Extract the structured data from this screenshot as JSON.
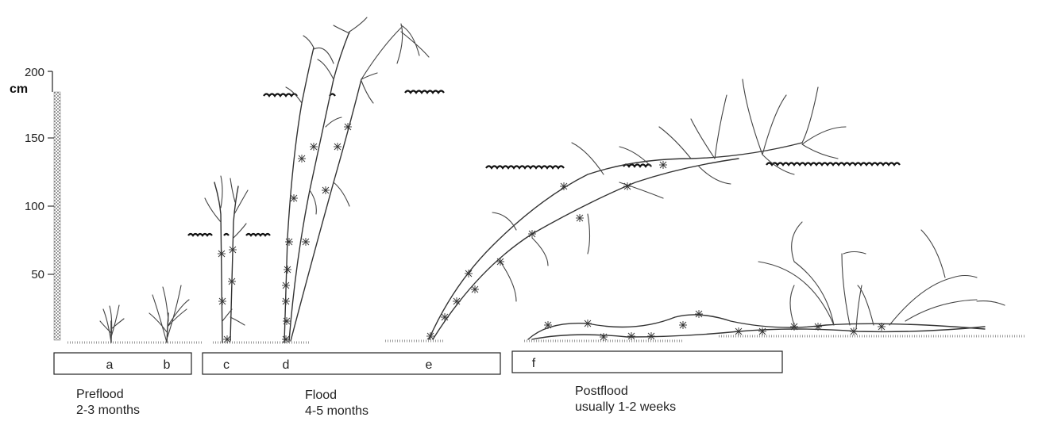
{
  "axis": {
    "unit": "cm",
    "ticks": [
      "200",
      "150",
      "100",
      "50"
    ],
    "tick_values": [
      200,
      150,
      100,
      50
    ]
  },
  "stages": [
    "a",
    "b",
    "c",
    "d",
    "e",
    "f"
  ],
  "phases": [
    {
      "name": "Preflood",
      "duration": "2-3 months"
    },
    {
      "name": "Flood",
      "duration": "4-5 months"
    },
    {
      "name": "Postflood",
      "duration": "usually 1-2 weeks"
    }
  ]
}
